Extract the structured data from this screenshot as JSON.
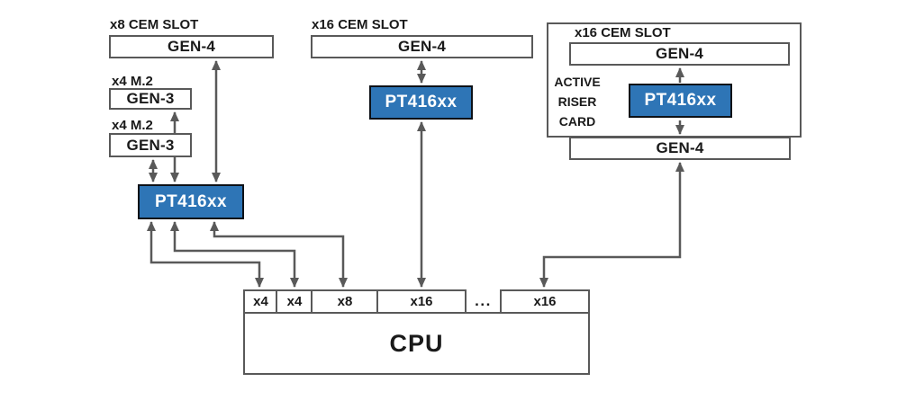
{
  "colors": {
    "ink": "#1a1a1a",
    "box_border": "#595959",
    "line": "#595959",
    "chip_fill": "#2E75B6",
    "chip_border": "#0d1117",
    "chip_ink": "#ffffff"
  },
  "left": {
    "slot_label": "x8 CEM SLOT",
    "slot_gen": "GEN-4",
    "m2a_label": "x4 M.2",
    "m2a_gen": "GEN-3",
    "m2b_label": "x4 M.2",
    "m2b_gen": "GEN-3",
    "chip": "PT416xx"
  },
  "middle": {
    "slot_label": "x16 CEM SLOT",
    "slot_gen": "GEN-4",
    "chip": "PT416xx"
  },
  "riser": {
    "slot_label": "x16 CEM SLOT",
    "slot_gen": "GEN-4",
    "card_lines": [
      "ACTIVE",
      "RISER",
      "CARD"
    ],
    "chip": "PT416xx",
    "edge_gen": "GEN-4"
  },
  "cpu": {
    "label": "CPU",
    "ports": [
      "x4",
      "x4",
      "x8",
      "x16"
    ],
    "ellipsis": "...",
    "last_port": "x16"
  }
}
